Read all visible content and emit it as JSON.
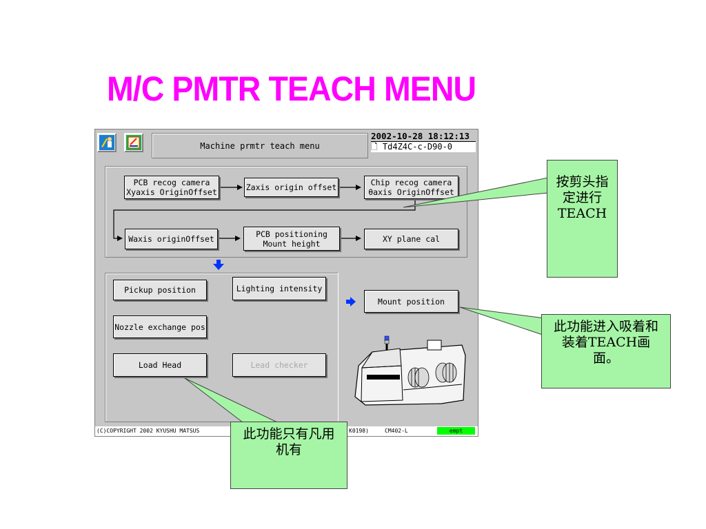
{
  "slide_title": "M/C PMTR TEACH MENU",
  "window": {
    "title": "Machine prmtr teach menu",
    "date_time": "2002-10-28  18:12:13",
    "program_name": "Td4Z4C-c-D90-0",
    "left_icon": "operator-tool-icon",
    "right_icon": "teach-panel-icon"
  },
  "flow": {
    "row1": [
      {
        "line1": "PCB recog camera",
        "line2": "Xyaxis OriginOffset"
      },
      {
        "line1": "Zaxis origin offset",
        "line2": ""
      },
      {
        "line1": "Chip recog camera",
        "line2": "θaxis OriginOffset"
      }
    ],
    "row2": [
      {
        "line1": "Waxis originOffset",
        "line2": ""
      },
      {
        "line1": "PCB positioning",
        "line2": "Mount height"
      },
      {
        "line1": "XY plane cal",
        "line2": ""
      }
    ]
  },
  "lower": {
    "pickup_position": "Pickup position",
    "lighting_intensity": "Lighting intensity",
    "nozzle_exchange_pos": "Nozzle exchange pos",
    "load_head": "Load Head",
    "lead_checker": "Lead checker",
    "mount_position": "Mount position"
  },
  "footer": {
    "copyright": "(C)COPYRIGHT 2002 KYUSHU MATSUS",
    "code": "K0198)",
    "model": "CM402-L",
    "status": "empt"
  },
  "callouts": {
    "teach_head": "按剪头指定进行TEACH",
    "pickup_mount": "此功能进入吸着和装着TEACH画面。",
    "load_head_note": "此功能只有凡用机有"
  },
  "colors": {
    "title": "#ff00ff",
    "callout_bg": "#a6f5a6",
    "screen_bg": "#c6c6c6",
    "arrow_blue": "#0033ff",
    "status_green": "#00ff00"
  }
}
